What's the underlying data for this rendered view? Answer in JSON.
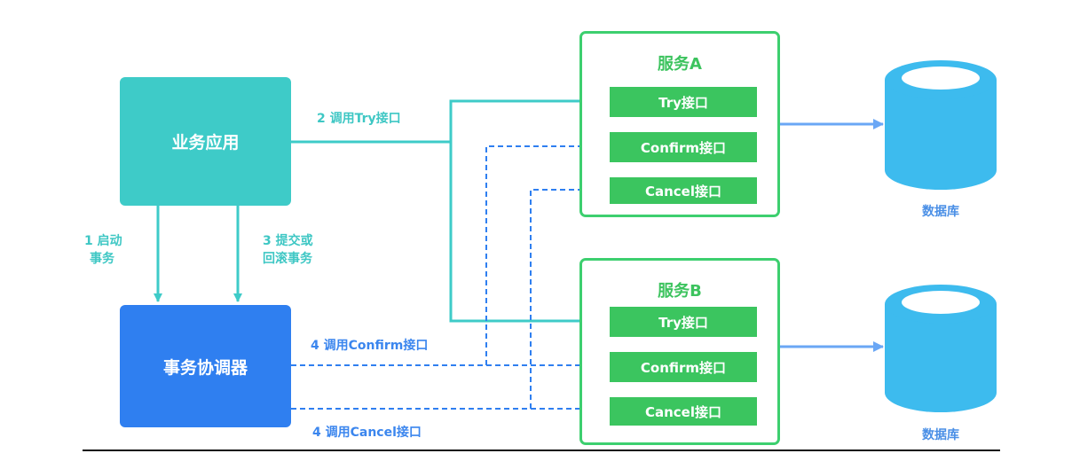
{
  "nodes": {
    "business_app": "业务应用",
    "coordinator": "事务协调器",
    "service_a": {
      "title": "服务A",
      "interfaces": [
        "Try接口",
        "Confirm接口",
        "Cancel接口"
      ]
    },
    "service_b": {
      "title": "服务B",
      "interfaces": [
        "Try接口",
        "Confirm接口",
        "Cancel接口"
      ]
    },
    "database_a": "数据库",
    "database_b": "数据库"
  },
  "edges": {
    "start_tx": [
      "1 启动",
      "事务"
    ],
    "call_try": "2 调用Try接口",
    "commit_rollback": [
      "3 提交或",
      "回滚事务"
    ],
    "call_confirm": "4 调用Confirm接口",
    "call_cancel": "4 调用Cancel接口"
  },
  "colors": {
    "teal": "#3ecbc8",
    "blue": "#2f7ff0",
    "green": "#3dcf6f",
    "db": "#3dbbee"
  }
}
